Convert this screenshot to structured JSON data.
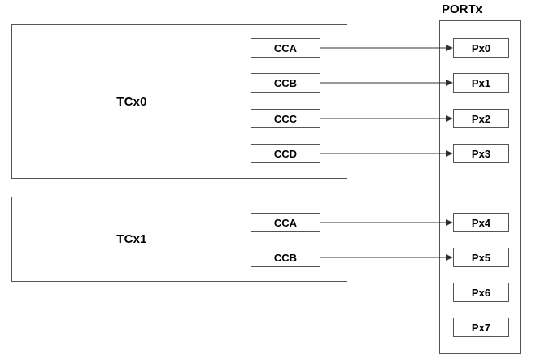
{
  "diagram": {
    "port": {
      "title": "PORTx",
      "pins": [
        {
          "id": "Px0",
          "label": "Px0"
        },
        {
          "id": "Px1",
          "label": "Px1"
        },
        {
          "id": "Px2",
          "label": "Px2"
        },
        {
          "id": "Px3",
          "label": "Px3"
        },
        {
          "id": "Px4",
          "label": "Px4"
        },
        {
          "id": "Px5",
          "label": "Px5"
        },
        {
          "id": "Px6",
          "label": "Px6"
        },
        {
          "id": "Px7",
          "label": "Px7"
        }
      ]
    },
    "timers": [
      {
        "id": "TCx0",
        "label": "TCx0",
        "channels": [
          {
            "id": "TCx0.CCA",
            "label": "CCA"
          },
          {
            "id": "TCx0.CCB",
            "label": "CCB"
          },
          {
            "id": "TCx0.CCC",
            "label": "CCC"
          },
          {
            "id": "TCx0.CCD",
            "label": "CCD"
          }
        ]
      },
      {
        "id": "TCx1",
        "label": "TCx1",
        "channels": [
          {
            "id": "TCx1.CCA",
            "label": "CCA"
          },
          {
            "id": "TCx1.CCB",
            "label": "CCB"
          }
        ]
      }
    ],
    "connections": [
      {
        "from": "TCx0.CCA",
        "to": "Px0"
      },
      {
        "from": "TCx0.CCB",
        "to": "Px1"
      },
      {
        "from": "TCx0.CCC",
        "to": "Px2"
      },
      {
        "from": "TCx0.CCD",
        "to": "Px3"
      },
      {
        "from": "TCx1.CCA",
        "to": "Px4"
      },
      {
        "from": "TCx1.CCB",
        "to": "Px5"
      }
    ],
    "colors": {
      "border": "#545454",
      "line": "#303030",
      "text": "#000000",
      "background": "#ffffff"
    }
  }
}
